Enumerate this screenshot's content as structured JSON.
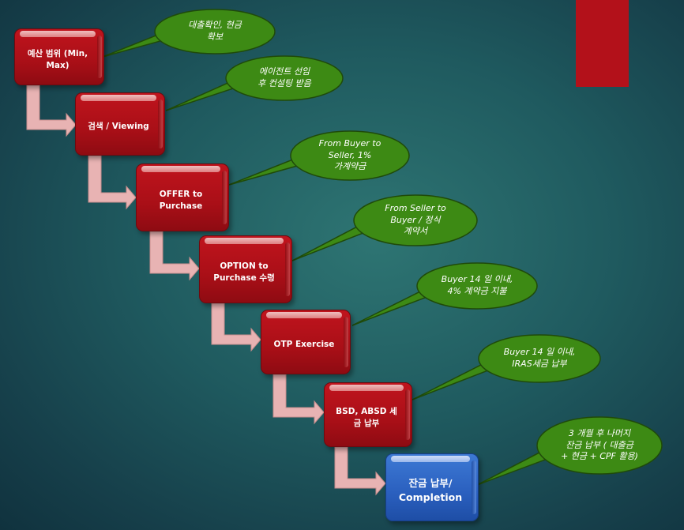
{
  "steps": [
    {
      "label": "예산 범위 (Min,\nMax)"
    },
    {
      "label": "검색 / Viewing"
    },
    {
      "label": "OFFER to\nPurchase"
    },
    {
      "label": "OPTION to\nPurchase 수령"
    },
    {
      "label": "OTP Exercise"
    },
    {
      "label": "BSD, ABSD 세\n금 납부"
    },
    {
      "label": "잔금 납부/\nCompletion"
    }
  ],
  "callouts": [
    {
      "text": "대출확인, 현금\n확보"
    },
    {
      "text": "에이전트 선임\n후 컨설팅 받음"
    },
    {
      "text": "From Buyer to\nSeller, 1%\n가계약금"
    },
    {
      "text": "From Seller  to\nBuyer / 정식\n계약서"
    },
    {
      "text": "Buyer 14 일 이내,\n4% 계약금 지불"
    },
    {
      "text": "Buyer 14 일 이내,\nIRAS세금 납부"
    },
    {
      "text": "3 개월 후 나머지\n잔금 납부 ( 대출금\n+ 현금 + CPF 활용)"
    }
  ],
  "colors": {
    "step_red": "#b3111a",
    "step_blue": "#2a5fbe",
    "callout_green": "#3d8a14",
    "arrow_pink": "#e8b3b3"
  }
}
